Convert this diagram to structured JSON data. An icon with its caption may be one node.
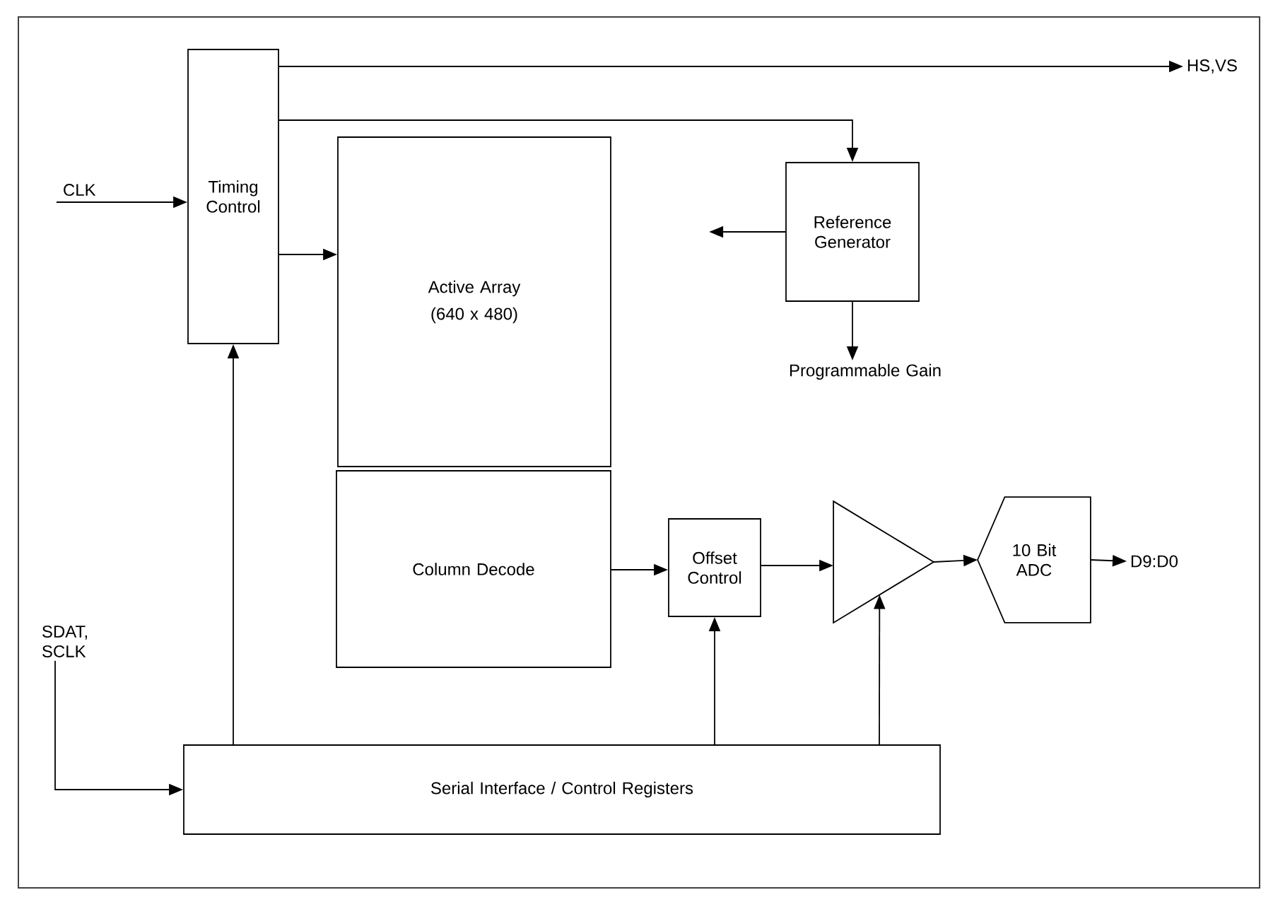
{
  "diagram": {
    "nodes": [
      {
        "text": [
          "Timing Control"
        ]
      },
      {
        "text": [
          "Active Array",
          "(640 x 480)"
        ]
      },
      {
        "text": [
          "Reference Generator"
        ]
      },
      {
        "text": [
          "Column Decode"
        ]
      },
      {
        "text": [
          "Offset Control"
        ]
      },
      {
        "text": [],
        "shape": "triangle"
      },
      {
        "text": [
          "10 Bit ADC"
        ]
      },
      {
        "text": [
          "Serial Interface / Control Registers"
        ]
      },
      {
        "text": [
          "CLK"
        ]
      },
      {
        "text": [
          "HS,VS"
        ]
      },
      {
        "text": [
          "Programmable Gain"
        ]
      },
      {
        "text": [
          "SDAT, SCLK"
        ]
      },
      {
        "text": [
          "D9:D0"
        ]
      }
    ],
    "edges": [
      {
        "from": 8,
        "to": 0,
        "arrow": "to"
      },
      {
        "from": 0,
        "to": 9,
        "arrow": "to"
      },
      {
        "from": 0,
        "to": 2,
        "arrow": "to"
      },
      {
        "from": 0,
        "to": 1,
        "arrow": "to"
      },
      {
        "from": 2,
        "to": null,
        "arrow": "to"
      },
      {
        "from": 2,
        "to": 10,
        "arrow": "to"
      },
      {
        "from": 3,
        "to": 4,
        "arrow": "to"
      },
      {
        "from": 4,
        "to": 5,
        "arrow": "to"
      },
      {
        "from": 5,
        "to": 6,
        "arrow": "to"
      },
      {
        "from": 6,
        "to": 12,
        "arrow": "to"
      },
      {
        "from": 7,
        "to": 0,
        "arrow": "to"
      },
      {
        "from": 7,
        "to": 4,
        "arrow": "to"
      },
      {
        "from": 7,
        "to": 5,
        "arrow": "to"
      },
      {
        "from": 11,
        "to": 7,
        "arrow": "to"
      }
    ]
  }
}
